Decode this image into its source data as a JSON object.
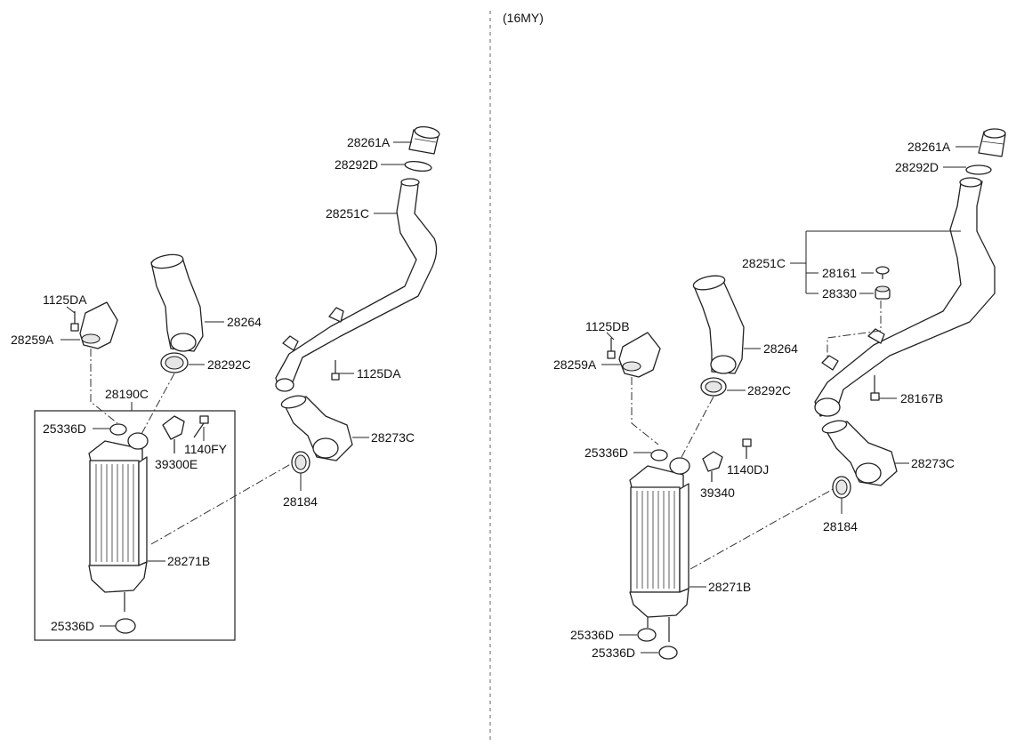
{
  "variant_label": "(16MY)",
  "left": {
    "labels": {
      "p28261A": "28261A",
      "p28292D": "28292D",
      "p28251C": "28251C",
      "p1125DA_top": "1125DA",
      "p28259A": "28259A",
      "p28264": "28264",
      "p28292C": "28292C",
      "p1125DA_bracket": "1125DA",
      "p28190C": "28190C",
      "p25336D_top": "25336D",
      "p1140FY": "1140FY",
      "p39300E": "39300E",
      "p28273C": "28273C",
      "p28184": "28184",
      "p28271B": "28271B",
      "p25336D_bottom": "25336D"
    }
  },
  "right": {
    "labels": {
      "p28261A": "28261A",
      "p28292D": "28292D",
      "p28251C": "28251C",
      "p28161": "28161",
      "p28330": "28330",
      "p1125DB": "1125DB",
      "p28259A": "28259A",
      "p28264": "28264",
      "p28292C": "28292C",
      "p28167B": "28167B",
      "p25336D_top": "25336D",
      "p1140DJ": "1140DJ",
      "p39340": "39340",
      "p28273C": "28273C",
      "p28184": "28184",
      "p28271B": "28271B",
      "p25336D_a": "25336D",
      "p25336D_b": "25336D"
    }
  }
}
